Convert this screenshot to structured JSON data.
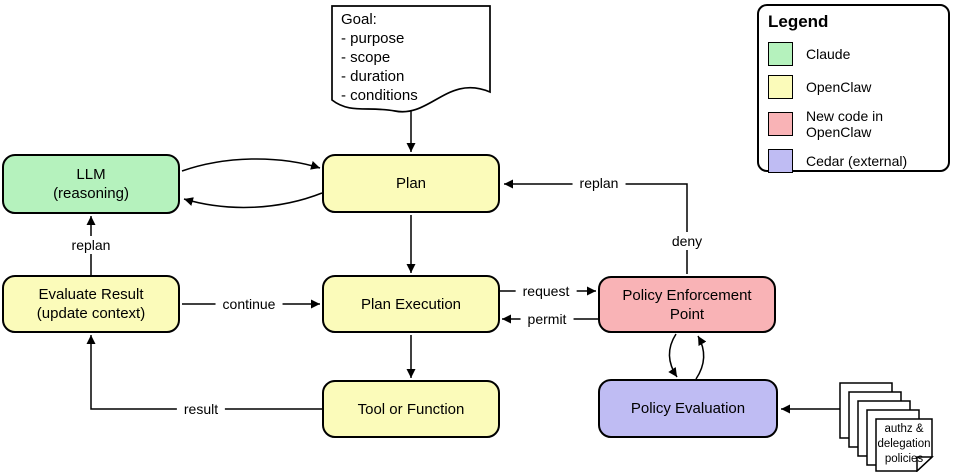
{
  "goal": {
    "text": "Goal:\n- purpose\n- scope\n- duration\n- conditions"
  },
  "nodes": {
    "llm": {
      "label": "LLM\n(reasoning)",
      "color": "#b5f2bd"
    },
    "plan": {
      "label": "Plan",
      "color": "#fbfbba"
    },
    "evaluate": {
      "label": "Evaluate Result\n(update context)",
      "color": "#fbfbba"
    },
    "plan_execution": {
      "label": "Plan Execution",
      "color": "#fbfbba"
    },
    "tool": {
      "label": "Tool or Function",
      "color": "#fbfbba"
    },
    "pep": {
      "label": "Policy Enforcement\nPoint",
      "color": "#f9b3b6"
    },
    "policy_evaluation": {
      "label": "Policy Evaluation",
      "color": "#bfbcf3"
    }
  },
  "edge_labels": {
    "replan_to_llm": "replan",
    "continue": "continue",
    "request": "request",
    "permit": "permit",
    "deny": "deny",
    "replan_to_plan": "replan",
    "result": "result"
  },
  "policies": {
    "text": "authz &\ndelegation\npolicies"
  },
  "legend": {
    "title": "Legend",
    "items": [
      {
        "label": "Claude",
        "color": "#b5f2bd"
      },
      {
        "label": "OpenClaw",
        "color": "#fbfbba"
      },
      {
        "label": "New code in OpenClaw",
        "color": "#f9b3b6"
      },
      {
        "label": "Cedar (external)",
        "color": "#bfbcf3"
      }
    ]
  }
}
